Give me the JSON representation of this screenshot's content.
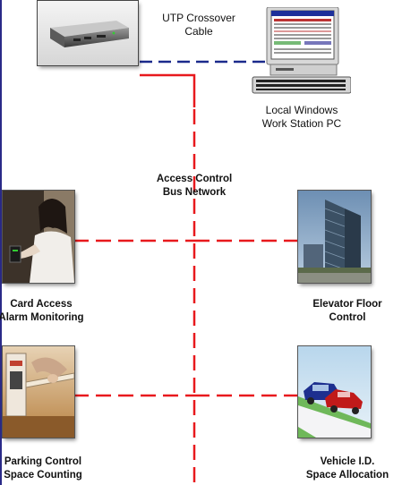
{
  "cable_label": [
    "UTP Crossover",
    "Cable"
  ],
  "pc_label": [
    "Local Windows",
    "Work Station PC"
  ],
  "network_label": [
    "Access Control",
    "Bus Network"
  ],
  "nodes": {
    "card_access": [
      "Card Access",
      "Alarm Monitoring"
    ],
    "elevator": [
      "Elevator Floor",
      "Control"
    ],
    "parking": [
      "Parking Control",
      "Space Counting"
    ],
    "vehicle": [
      "Vehicle I.D.",
      "Space Allocation"
    ]
  },
  "colors": {
    "bus_line": "#e8191d",
    "cable_line": "#1b2a8c",
    "frame": "#2a2a88"
  },
  "icons": [
    "controller-device",
    "workstation-pc",
    "person-card-reader",
    "office-building",
    "parking-gate",
    "vehicles-driveway"
  ]
}
